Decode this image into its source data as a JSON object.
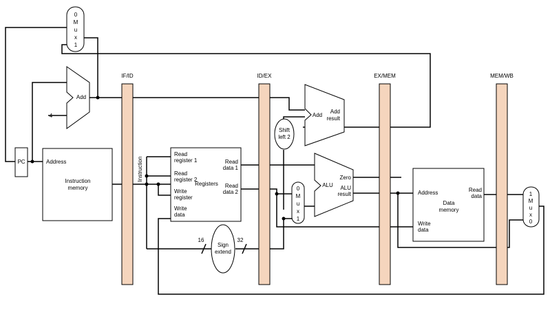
{
  "pipeline_registers": [
    "IF/ID",
    "ID/EX",
    "EX/MEM",
    "MEM/WB"
  ],
  "pc": "PC",
  "adder_if": {
    "label": "Add",
    "constant": "4"
  },
  "mux_pc": [
    "0",
    "M",
    "u",
    "x",
    "1"
  ],
  "instruction_memory": {
    "address": "Address",
    "line1": "Instruction",
    "line2": "memory"
  },
  "instruction_label": "Instruction",
  "registers": {
    "read_reg1": [
      "Read",
      "register 1"
    ],
    "read_reg2": [
      "Read",
      "register 2"
    ],
    "write_reg": [
      "Write",
      "register"
    ],
    "write_data": [
      "Write",
      "data"
    ],
    "read_data1": [
      "Read",
      "data 1"
    ],
    "read_data2": [
      "Read",
      "data 2"
    ],
    "title": "Registers"
  },
  "sign_extend": {
    "line1": "Sign",
    "line2": "extend",
    "in_bits": "16",
    "out_bits": "32"
  },
  "shift_left": [
    "Shift",
    "left 2"
  ],
  "adder_ex": {
    "label": "Add",
    "result1": "Add",
    "result2": "result"
  },
  "mux_alu": [
    "0",
    "M",
    "u",
    "x",
    "1"
  ],
  "alu": {
    "label": "ALU",
    "zero": "Zero",
    "result1": "ALU",
    "result2": "result"
  },
  "data_memory": {
    "address": "Address",
    "line1": "Data",
    "line2": "memory",
    "read1": "Read",
    "read2": "data",
    "write1": "Write",
    "write2": "data"
  },
  "mux_wb": [
    "1",
    "M",
    "u",
    "x",
    "0"
  ]
}
